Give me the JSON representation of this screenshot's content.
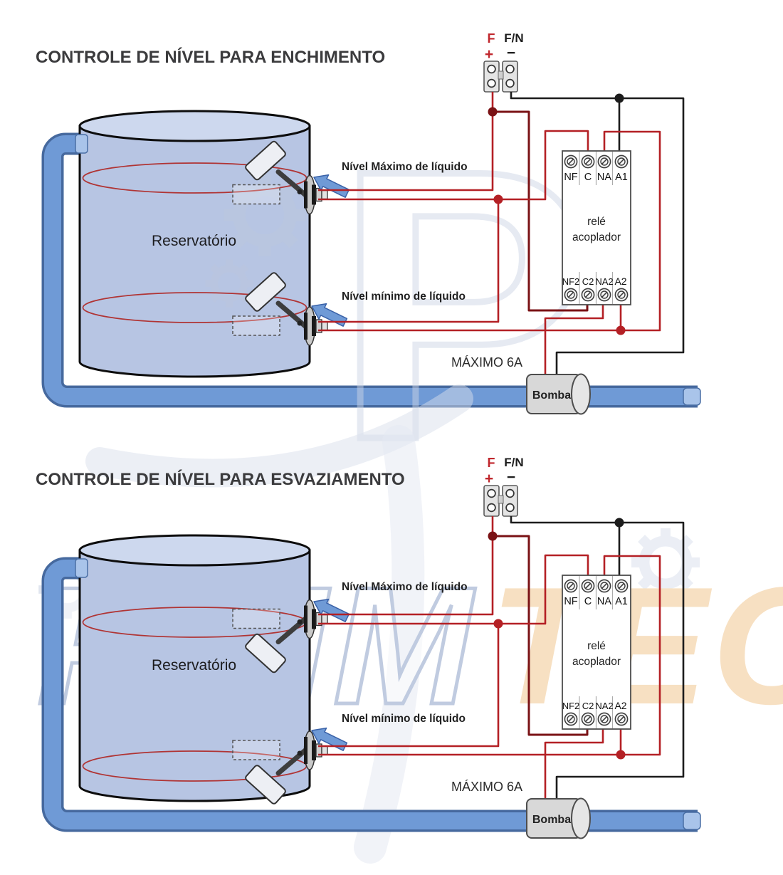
{
  "watermark": {
    "left": "PRIM",
    "right": "TEC"
  },
  "colors": {
    "wire_red": "#b42025",
    "wire_dark_red": "#7a1215",
    "wire_black": "#1c1c1c",
    "pipe_blue": "#6f9ad6",
    "tank_fill": "#b7c5e3",
    "level_line_red": "#b03434",
    "watermark_blue": "#b9c6dd",
    "watermark_orange": "#f6ddbc"
  },
  "diagrams": [
    {
      "title": "CONTROLE DE NÍVEL PARA ENCHIMENTO",
      "tank_label": "Reservatório",
      "max_level_label": "Nível Máximo de líquido",
      "min_level_label": "Nível mínimo de líquido",
      "fuse_label": "MÁXIMO 6A",
      "pump_label": "Bomba",
      "supply": {
        "phase_label": "F",
        "phase_polarity": "+",
        "neutral_label": "F/N",
        "neutral_polarity": "−"
      },
      "relay": {
        "line1": "relé",
        "line2": "acoplador",
        "terminals_top": [
          "NF",
          "C",
          "NA",
          "A1"
        ],
        "terminals_bottom": [
          "NF2",
          "C2",
          "NA2",
          "A2"
        ]
      }
    },
    {
      "title": "CONTROLE DE NÍVEL PARA ESVAZIAMENTO",
      "tank_label": "Reservatório",
      "max_level_label": "Nível Máximo de líquido",
      "min_level_label": "Nível mínimo de líquido",
      "fuse_label": "MÁXIMO 6A",
      "pump_label": "Bomba",
      "supply": {
        "phase_label": "F",
        "phase_polarity": "+",
        "neutral_label": "F/N",
        "neutral_polarity": "−"
      },
      "relay": {
        "line1": "relé",
        "line2": "acoplador",
        "terminals_top": [
          "NF",
          "C",
          "NA",
          "A1"
        ],
        "terminals_bottom": [
          "NF2",
          "C2",
          "NA2",
          "A2"
        ]
      }
    }
  ]
}
